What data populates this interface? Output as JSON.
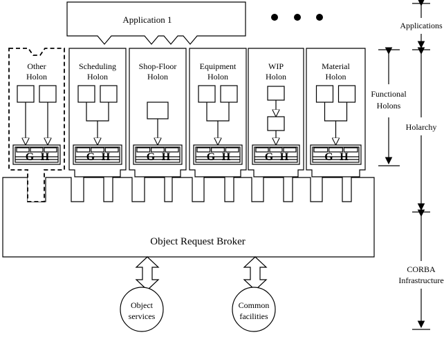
{
  "application": "Application 1",
  "more_glyph": "● ● ●",
  "holons": [
    {
      "name_line1": "Other",
      "name_line2": "Holon",
      "gate_g": "G",
      "gate_h": "H",
      "style": "dashed"
    },
    {
      "name_line1": "Scheduling",
      "name_line2": "Holon",
      "gate_g": "G",
      "gate_h": "H",
      "style": "solid"
    },
    {
      "name_line1": "Shop-Floor",
      "name_line2": "Holon",
      "gate_g": "G",
      "gate_h": "H",
      "style": "solid"
    },
    {
      "name_line1": "Equipment",
      "name_line2": "Holon",
      "gate_g": "G",
      "gate_h": "H",
      "style": "solid"
    },
    {
      "name_line1": "WIP",
      "name_line2": "Holon",
      "gate_g": "G",
      "gate_h": "H",
      "style": "solid"
    },
    {
      "name_line1": "Material",
      "name_line2": "Holon",
      "gate_g": "G",
      "gate_h": "H",
      "style": "solid"
    }
  ],
  "orb": "Object Request Broker",
  "services": [
    {
      "line1": "Object",
      "line2": "services"
    },
    {
      "line1": "Common",
      "line2": "facilities"
    }
  ],
  "side_labels": {
    "applications": "Applications",
    "functional_line1": "Functional",
    "functional_line2": "Holons",
    "holarchy": "Holarchy",
    "corba_line1": "CORBA",
    "corba_line2": "Infrastructure"
  }
}
